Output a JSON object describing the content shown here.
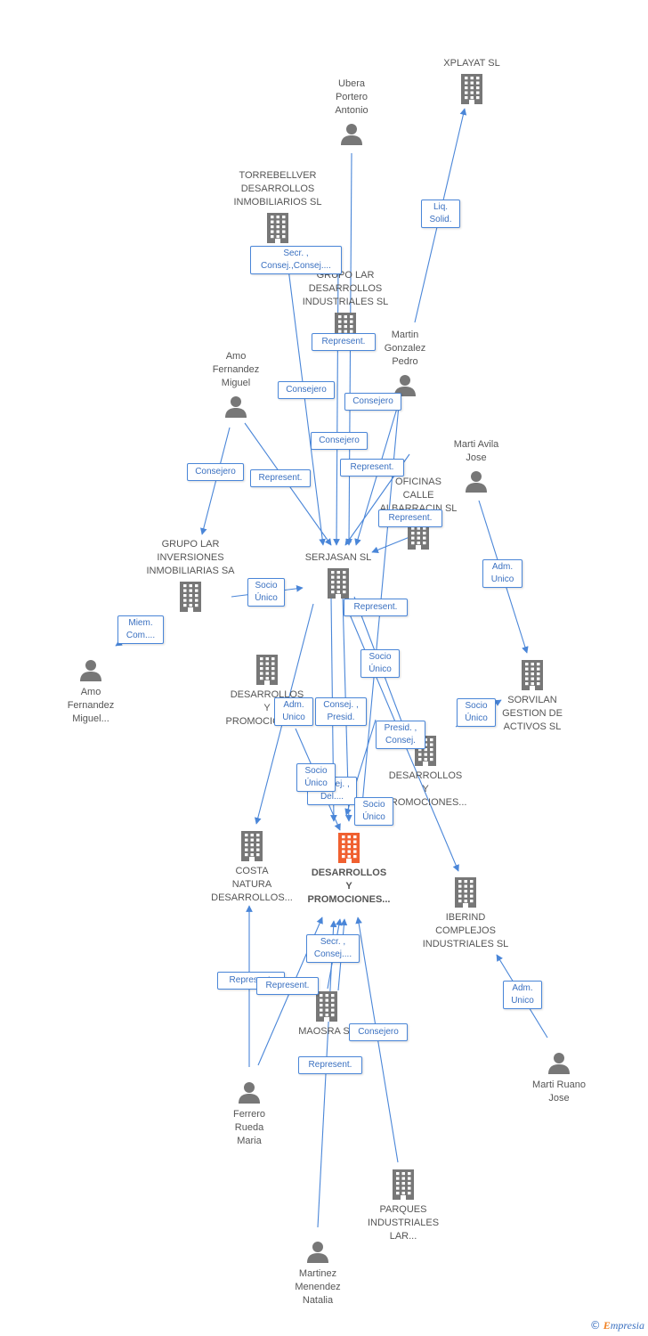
{
  "nodes": [
    {
      "id": "ubera",
      "type": "person",
      "label": "Ubera\nPortero\nAntonio"
    },
    {
      "id": "xplayat",
      "type": "company",
      "label": "XPLAYAT SL"
    },
    {
      "id": "torrebellver",
      "type": "company",
      "label": "TORREBELLVER\nDESARROLLOS\nINMOBILIARIOS SL"
    },
    {
      "id": "grupolar_ind",
      "type": "company",
      "label": "GRUPO LAR\nDESARROLLOS\nINDUSTRIALES SL"
    },
    {
      "id": "martin",
      "type": "person",
      "label": "Martin\nGonzalez\nPedro"
    },
    {
      "id": "amo_miguel",
      "type": "person",
      "label": "Amo\nFernandez\nMiguel"
    },
    {
      "id": "marti_avila",
      "type": "person",
      "label": "Marti Avila\nJose"
    },
    {
      "id": "oficinas",
      "type": "company",
      "label": "OFICINAS\nCALLE\nALBARRACIN SL"
    },
    {
      "id": "grupolar_inv",
      "type": "company",
      "label": "GRUPO LAR\nINVERSIONES\nINMOBILIARIAS SA"
    },
    {
      "id": "serjasan",
      "type": "company",
      "label": "SERJASAN SL"
    },
    {
      "id": "amo_miguel2",
      "type": "person",
      "label": "Amo\nFernandez\nMiguel..."
    },
    {
      "id": "desarrollos_left",
      "type": "company",
      "label": "DESARROLLOS\nY\nPROMOCIONES..."
    },
    {
      "id": "sorvilan",
      "type": "company",
      "label": "SORVILAN\nGESTION DE\nACTIVOS SL"
    },
    {
      "id": "desarrollos_right",
      "type": "company",
      "label": "DESARROLLOS\nY\nPROMOCIONES..."
    },
    {
      "id": "costa",
      "type": "company",
      "label": "COSTA\nNATURA\nDESARROLLOS..."
    },
    {
      "id": "main",
      "type": "company",
      "focus": true,
      "label": "DESARROLLOS\nY\nPROMOCIONES..."
    },
    {
      "id": "iberind",
      "type": "company",
      "label": "IBERIND\nCOMPLEJOS\nINDUSTRIALES SL"
    },
    {
      "id": "maosra",
      "type": "company",
      "label": "MAOSRA SL"
    },
    {
      "id": "marti_ruano",
      "type": "person",
      "label": "Marti Ruano\nJose"
    },
    {
      "id": "ferrero",
      "type": "person",
      "label": "Ferrero\nRueda\nMaria"
    },
    {
      "id": "parques",
      "type": "company",
      "label": "PARQUES\nINDUSTRIALES\nLAR..."
    },
    {
      "id": "martinez",
      "type": "person",
      "label": "Martinez\nMenendez\nNatalia"
    }
  ],
  "relations": [
    {
      "id": "liq_solid",
      "label": "Liq.\nSolid."
    },
    {
      "id": "secr_consej_torre",
      "label": "Secr. ,\nConsej.,Consej...."
    },
    {
      "id": "represent_grupolar",
      "label": "Represent."
    },
    {
      "id": "consejero_amo",
      "label": "Consejero"
    },
    {
      "id": "consejero_martin",
      "label": "Consejero"
    },
    {
      "id": "consejero_ubera",
      "label": "Consejero"
    },
    {
      "id": "consejero_amo_grupo",
      "label": "Consejero"
    },
    {
      "id": "represent_amo",
      "label": "Represent."
    },
    {
      "id": "represent_mid",
      "label": "Represent."
    },
    {
      "id": "represent_oficinas",
      "label": "Represent."
    },
    {
      "id": "adm_unico_marti",
      "label": "Adm.\nUnico"
    },
    {
      "id": "socio_unico_grupo",
      "label": "Socio\nÚnico"
    },
    {
      "id": "miem_com",
      "label": "Miem.\nCom...."
    },
    {
      "id": "represent_serjasan",
      "label": "Represent."
    },
    {
      "id": "socio_unico_mid",
      "label": "Socio\nÚnico"
    },
    {
      "id": "adm_unico_left",
      "label": "Adm.\nUnico"
    },
    {
      "id": "consej_presid",
      "label": "Consej. ,\nPresid."
    },
    {
      "id": "socio_unico_sorvilan",
      "label": "Socio\nÚnico"
    },
    {
      "id": "presid_consej",
      "label": "Presid. ,\nConsej."
    },
    {
      "id": "consej_del",
      "label": "Consej. ,\nDel...."
    },
    {
      "id": "socio_unico_low",
      "label": "Socio\nÚnico"
    },
    {
      "id": "socio_unico_main",
      "label": "Socio\nÚnico"
    },
    {
      "id": "secr_consej_maosra",
      "label": "Secr. ,\nConsej...."
    },
    {
      "id": "represent_costa",
      "label": "Represent."
    },
    {
      "id": "represent_ferrero",
      "label": "Represent."
    },
    {
      "id": "adm_unico_ruano",
      "label": "Adm.\nUnico"
    },
    {
      "id": "consejero_parques",
      "label": "Consejero"
    },
    {
      "id": "represent_martinez",
      "label": "Represent."
    }
  ],
  "brand": {
    "copyright": "©",
    "initial": "E",
    "rest": "mpresia"
  },
  "colors": {
    "edge": "#4a86d8",
    "company": "#777777",
    "focus": "#f06030",
    "label": "#555555"
  }
}
